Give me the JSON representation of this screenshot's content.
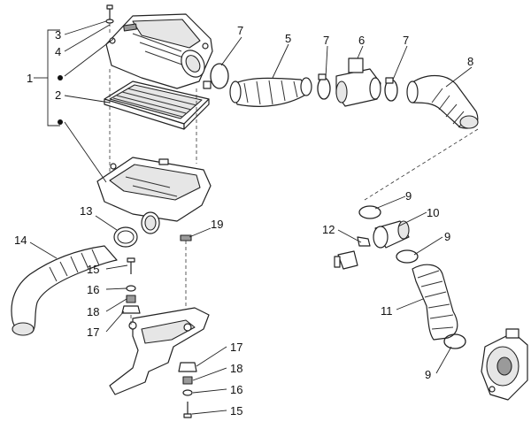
{
  "diagram": {
    "callouts": {
      "c1": "1",
      "c2": "2",
      "c3": "3",
      "c4": "4",
      "c5": "5",
      "c6": "6",
      "c7a": "7",
      "c7b": "7",
      "c7c": "7",
      "c8": "8",
      "c9a": "9",
      "c9b": "9",
      "c9c": "9",
      "c10": "10",
      "c11": "11",
      "c12": "12",
      "c13": "13",
      "c14": "14",
      "c15a": "15",
      "c15b": "15",
      "c16a": "16",
      "c16b": "16",
      "c17a": "17",
      "c17b": "17",
      "c18a": "18",
      "c18b": "18",
      "c19": "19"
    },
    "colors": {
      "line": "#222222",
      "shade": "#e6e6e6",
      "dark": "#9a9a9a",
      "background": "#ffffff"
    }
  }
}
